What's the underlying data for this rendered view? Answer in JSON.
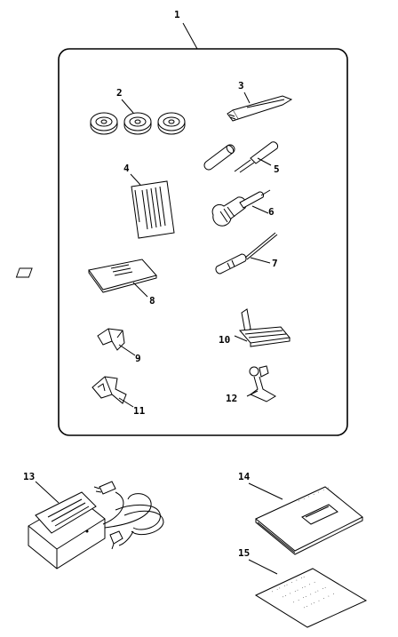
{
  "parts": [
    {
      "callout": "1",
      "name": "accessory-box"
    },
    {
      "callout": "2",
      "name": "bobbins"
    },
    {
      "callout": "3",
      "name": "seam-ripper-brush"
    },
    {
      "callout": "4",
      "name": "needle-pack"
    },
    {
      "callout": "5",
      "name": "spool-pin-felt"
    },
    {
      "callout": "6",
      "name": "screwdriver-large"
    },
    {
      "callout": "7",
      "name": "screwdriver-small"
    },
    {
      "callout": "8",
      "name": "needle-plate"
    },
    {
      "callout": "9",
      "name": "presser-foot-a"
    },
    {
      "callout": "10",
      "name": "buttonhole-foot"
    },
    {
      "callout": "11",
      "name": "presser-foot-b"
    },
    {
      "callout": "12",
      "name": "zipper-foot"
    },
    {
      "callout": "13",
      "name": "foot-controller"
    },
    {
      "callout": "14",
      "name": "instruction-book"
    },
    {
      "callout": "15",
      "name": "parts-sheet"
    }
  ]
}
